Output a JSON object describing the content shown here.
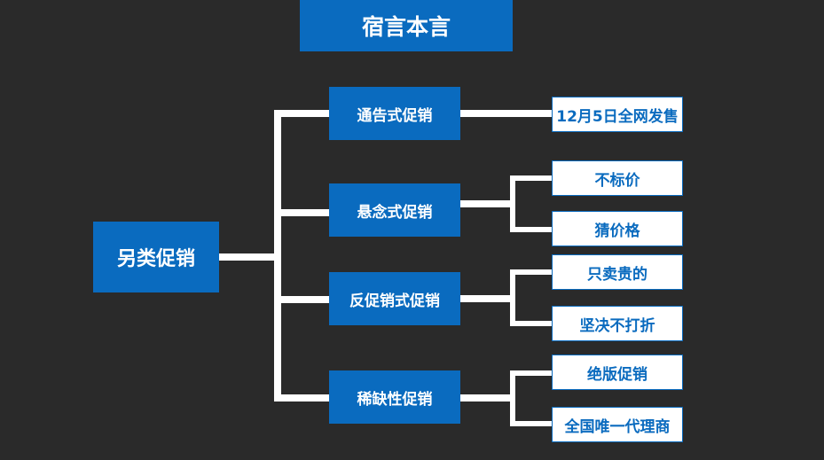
{
  "title": "宿言本言",
  "root": "另类促销",
  "categories": [
    {
      "label": "通告式促销",
      "children": [
        "12月5日全网发售"
      ]
    },
    {
      "label": "悬念式促销",
      "children": [
        "不标价",
        "猜价格"
      ]
    },
    {
      "label": "反促销式促销",
      "children": [
        "只卖贵的",
        "坚决不打折"
      ]
    },
    {
      "label": "稀缺性促销",
      "children": [
        "绝版促销",
        "全国唯一代理商"
      ]
    }
  ],
  "colors": {
    "background": "#2a2a2a",
    "accent": "#0a6bbf",
    "connector": "#ffffff"
  }
}
